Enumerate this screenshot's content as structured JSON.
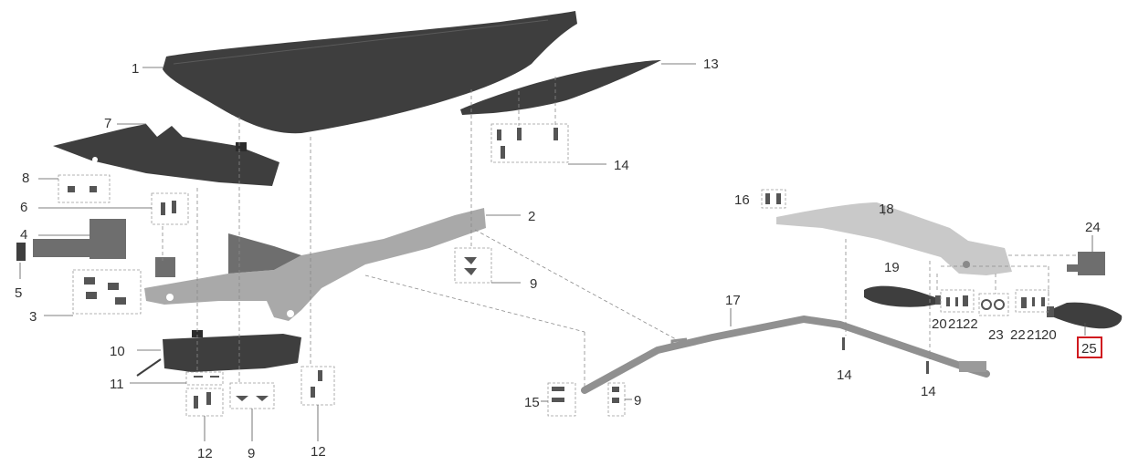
{
  "diagram": {
    "callouts": {
      "c1": "1",
      "c2": "2",
      "c3": "3",
      "c4": "4",
      "c5": "5",
      "c6": "6",
      "c7": "7",
      "c8": "8",
      "c9a": "9",
      "c9b": "9",
      "c9c": "9",
      "c10": "10",
      "c11": "11",
      "c12a": "12",
      "c12b": "12",
      "c13": "13",
      "c14a": "14",
      "c14b": "14",
      "c14c": "14",
      "c15": "15",
      "c16": "16",
      "c17": "17",
      "c18": "18",
      "c19": "19",
      "c20a": "20",
      "c21a": "21",
      "c22a": "22",
      "c23": "23",
      "c22b": "22",
      "c21b": "21",
      "c20b": "20",
      "c24": "24",
      "c25": "25"
    },
    "highlight_color": "#d0191f"
  }
}
